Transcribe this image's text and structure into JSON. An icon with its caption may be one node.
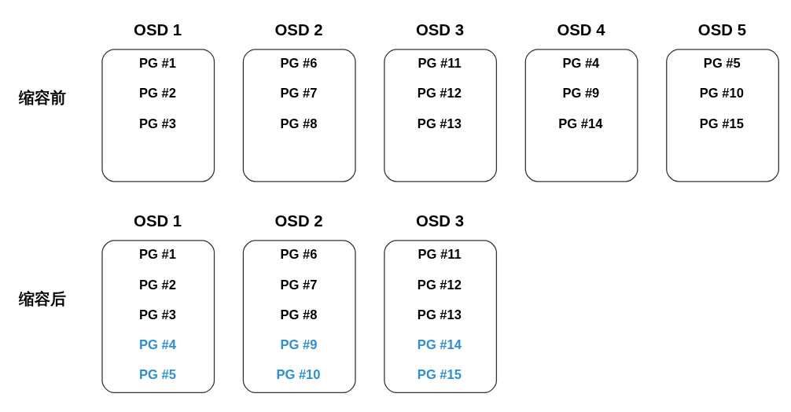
{
  "diagram": {
    "nodes": [
      {
        "text": [
          "OSD 1",
          "PG #1",
          "PG #2",
          "PG #3"
        ]
      },
      {
        "text": [
          "OSD 2",
          "PG #6",
          "PG #7",
          "PG #8"
        ]
      },
      {
        "text": [
          "OSD 3",
          "PG #11",
          "PG #12",
          "PG #13"
        ]
      },
      {
        "text": [
          "OSD 4",
          "PG #4",
          "PG #9",
          "PG #14"
        ]
      },
      {
        "text": [
          "OSD 5",
          "PG #5",
          "PG #10",
          "PG #15"
        ]
      },
      {
        "text": [
          "OSD 1",
          "PG #1",
          "PG #2",
          "PG #3",
          "PG #4",
          "PG #5"
        ]
      },
      {
        "text": [
          "OSD 2",
          "PG #6",
          "PG #7",
          "PG #8",
          "PG #9",
          "PG #10"
        ]
      },
      {
        "text": [
          "OSD 3",
          "PG #11",
          "PG #12",
          "PG #13",
          "PG #14",
          "PG #15"
        ]
      }
    ],
    "labels": [
      "缩容前",
      "缩容后"
    ]
  }
}
